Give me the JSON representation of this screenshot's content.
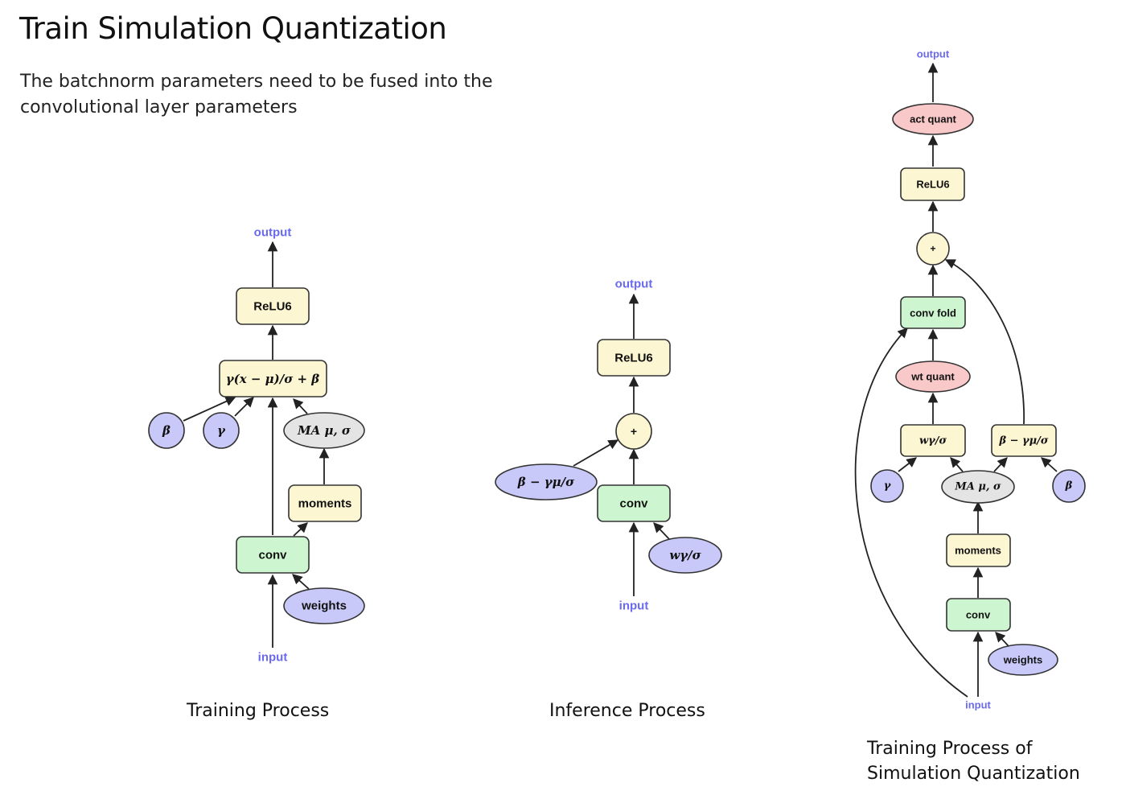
{
  "title": "Train Simulation Quantization",
  "subtitle": "The batchnorm parameters need to be fused into the convolutional layer parameters",
  "captions": {
    "training": "Training Process",
    "inference": "Inference Process",
    "simulation_line1": "Training Process of",
    "simulation_line2": "Simulation Quantization"
  },
  "colors": {
    "box_yellow": "#fdf6d3",
    "box_green": "#cdf5cf",
    "node_blue": "#c9c9f9",
    "node_red": "#f9c9c9",
    "node_gray": "#e4e4e4",
    "io_text": "#6a6af0"
  },
  "training": {
    "output": "output",
    "relu": "ReLU6",
    "bn": "γ(x − μ)/σ + β",
    "beta": "β",
    "gamma": "γ",
    "ma": "MA μ, σ",
    "moments": "moments",
    "conv": "conv",
    "weights": "weights",
    "input": "input"
  },
  "inference": {
    "output": "output",
    "relu": "ReLU6",
    "add": "+",
    "bias": "β − γμ/σ",
    "conv": "conv",
    "weight": "wγ/σ",
    "input": "input"
  },
  "simulation": {
    "output": "output",
    "act_quant": "act quant",
    "relu": "ReLU6",
    "add": "+",
    "conv_fold": "conv fold",
    "wt_quant": "wt quant",
    "w_scaled": "wγ/σ",
    "bias": "β − γμ/σ",
    "gamma": "γ",
    "ma": "MA μ, σ",
    "beta": "β",
    "moments": "moments",
    "conv": "conv",
    "weights": "weights",
    "input": "input"
  }
}
